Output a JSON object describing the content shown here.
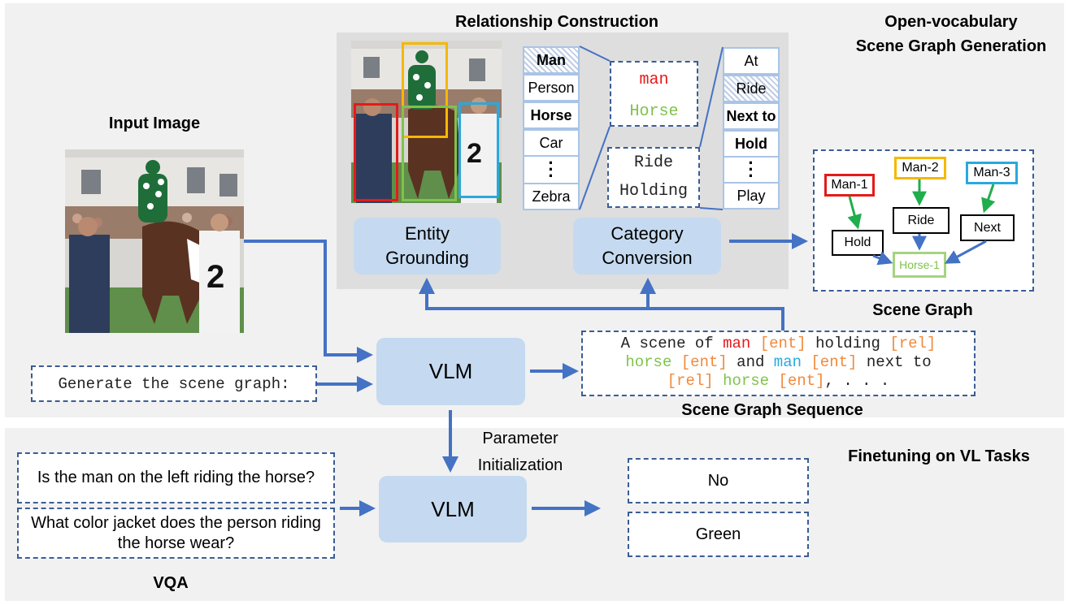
{
  "titles": {
    "relationship_construction": "Relationship Construction",
    "ovsgg_line1": "Open-vocabulary",
    "ovsgg_line2": "Scene Graph Generation",
    "input_image": "Input Image",
    "scene_graph": "Scene Graph",
    "scene_graph_sequence": "Scene Graph Sequence",
    "finetuning": "Finetuning on VL Tasks",
    "vqa": "VQA"
  },
  "entity_list": [
    "Man",
    "Person",
    "Horse",
    "Car",
    "Zebra"
  ],
  "relation_list": [
    "At",
    "Ride",
    "Next to",
    "Hold",
    "Play"
  ],
  "entity_box": {
    "top": "man",
    "bottom": "Horse"
  },
  "relation_box": {
    "top": "Ride",
    "bottom": "Holding"
  },
  "modules": {
    "entity_grounding": "Entity Grounding",
    "category_conversion": "Category Conversion",
    "vlm_top": "VLM",
    "vlm_bottom": "VLM"
  },
  "prompt": "Generate the scene graph:",
  "sequence": {
    "line1": [
      [
        "A scene of ",
        "dark"
      ],
      [
        "man ",
        "red"
      ],
      [
        "[ent]",
        "orange"
      ],
      [
        " holding ",
        "dark"
      ],
      [
        "[rel]",
        "orange"
      ]
    ],
    "line2": [
      [
        "horse ",
        "green"
      ],
      [
        "[ent]",
        "orange"
      ],
      [
        " and ",
        "dark"
      ],
      [
        "man ",
        "cyan"
      ],
      [
        "[ent]",
        "orange"
      ],
      [
        " next to",
        "dark"
      ]
    ],
    "line3": [
      [
        "[rel] ",
        "orange"
      ],
      [
        "horse ",
        "green"
      ],
      [
        "[ent]",
        "orange"
      ],
      [
        ", . . .",
        "dark"
      ]
    ]
  },
  "graph_nodes": {
    "man1": "Man-1",
    "man2": "Man-2",
    "man3": "Man-3",
    "hold": "Hold",
    "ride": "Ride",
    "next": "Next",
    "horse1": "Horse-1"
  },
  "param_init": {
    "line1": "Parameter",
    "line2": "Initialization"
  },
  "questions": [
    "Is the man on the left riding the horse?",
    "What color jacket does the person riding the horse wear?"
  ],
  "answers": [
    "No",
    "Green"
  ],
  "colors": {
    "arrow": "#4472c4",
    "box_fill": "#c5daf0",
    "dash": "#3b5d95",
    "red": "#e31b1b",
    "yellow": "#f5b800",
    "cyan": "#29a9dc",
    "green": "#7fc34b",
    "edge_green": "#1fae4b"
  }
}
